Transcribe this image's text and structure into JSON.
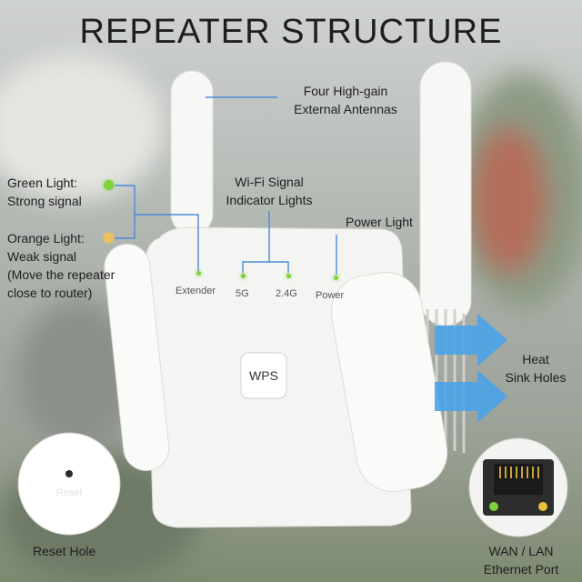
{
  "title": "REPEATER STRUCTURE",
  "labels": {
    "antennas": [
      "Four High-gain",
      "External Antennas"
    ],
    "green_light": [
      "Green Light:",
      "Strong signal"
    ],
    "orange_light": [
      "Orange Light:",
      "Weak signal",
      "(Move the repeater",
      "close to router)"
    ],
    "wifi_indicators": [
      "Wi-Fi Signal",
      "Indicator Lights"
    ],
    "power_light": "Power Light",
    "heat_sink": [
      "Heat",
      "Sink Holes"
    ],
    "reset_hole": "Reset Hole",
    "wan_lan": [
      "WAN / LAN",
      "Ethernet Port"
    ]
  },
  "device": {
    "extender_label": "Extender",
    "five_g_label": "5G",
    "two_four_g_label": "2.4G",
    "power_label": "Power",
    "wps_label": "WPS",
    "reset_label": "Reset"
  },
  "colors": {
    "green_led": "#7fd13b",
    "orange_led": "#f0c060",
    "callout_line": "#4a8bd6",
    "arrow": "#4aa3e8"
  }
}
